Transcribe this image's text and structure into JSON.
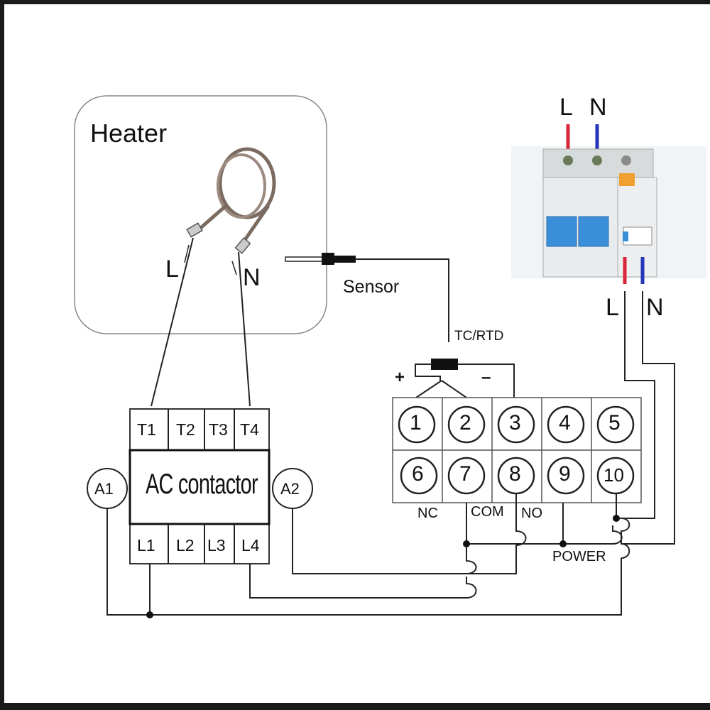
{
  "heater": {
    "title": "Heater",
    "terminal_l": "L",
    "terminal_n": "N"
  },
  "sensor": {
    "label": "Sensor",
    "type_label": "TC/RTD",
    "plus": "+",
    "minus": "–"
  },
  "controller": {
    "top_row": [
      "1",
      "2",
      "3",
      "4",
      "5"
    ],
    "bottom_row": [
      "6",
      "7",
      "8",
      "9",
      "10"
    ],
    "nc_label": "NC",
    "com_label": "COM",
    "no_label": "NO",
    "power_label": "POWER"
  },
  "contactor": {
    "title": "AC contactor",
    "top_terminals": [
      "T1",
      "T2",
      "T3",
      "T4"
    ],
    "bottom_terminals": [
      "L1",
      "L2",
      "L3",
      "L4"
    ],
    "coil_a1": "A1",
    "coil_a2": "A2"
  },
  "breaker": {
    "in_l": "L",
    "in_n": "N",
    "out_l": "L",
    "out_n": "N"
  },
  "colors": {
    "line_red": "#d9263a",
    "line_blue": "#2636b8",
    "breaker_blue": "#3b8fd8",
    "wire": "#222222"
  }
}
